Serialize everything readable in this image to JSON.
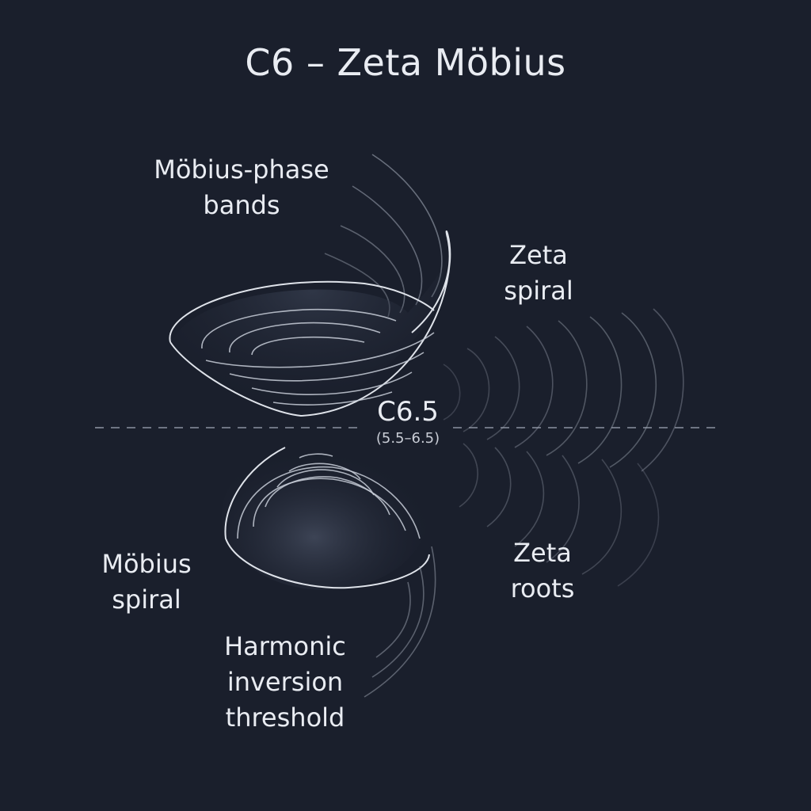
{
  "title": "C6 – Zeta Möbius",
  "labels": {
    "mobius_phase_bands": [
      "Möbius-phase",
      "bands"
    ],
    "zeta_spiral": [
      "Zeta",
      "spiral"
    ],
    "mobius_spiral": [
      "Möbius",
      "spiral"
    ],
    "zeta_roots": [
      "Zeta",
      "roots"
    ],
    "harmonic_inversion_threshold": [
      "Harmonic",
      "inversion",
      "threshold"
    ]
  },
  "threshold": {
    "name": "C6.5",
    "range": "(5.5–6.5)"
  }
}
